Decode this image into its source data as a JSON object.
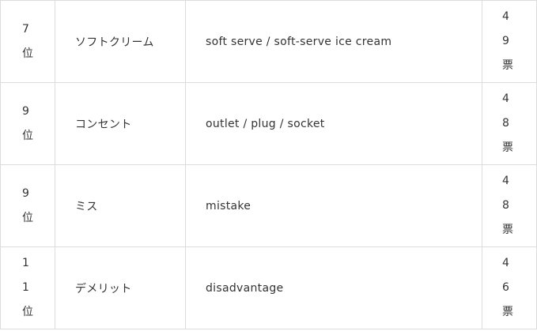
{
  "rows": [
    {
      "rank": [
        "7",
        "位"
      ],
      "japanese": "ソフトクリーム",
      "english": "soft serve / soft-serve ice cream",
      "votes": [
        "4",
        "9",
        "票"
      ]
    },
    {
      "rank": [
        "9",
        "位"
      ],
      "japanese": "コンセント",
      "english": "outlet / plug / socket",
      "votes": [
        "4",
        "8",
        "票"
      ]
    },
    {
      "rank": [
        "9",
        "位"
      ],
      "japanese": "ミス",
      "english": "mistake",
      "votes": [
        "4",
        "8",
        "票"
      ]
    },
    {
      "rank": [
        "1",
        "1",
        "位"
      ],
      "japanese": "デメリット",
      "english": "disadvantage",
      "votes": [
        "4",
        "6",
        "票"
      ]
    }
  ]
}
